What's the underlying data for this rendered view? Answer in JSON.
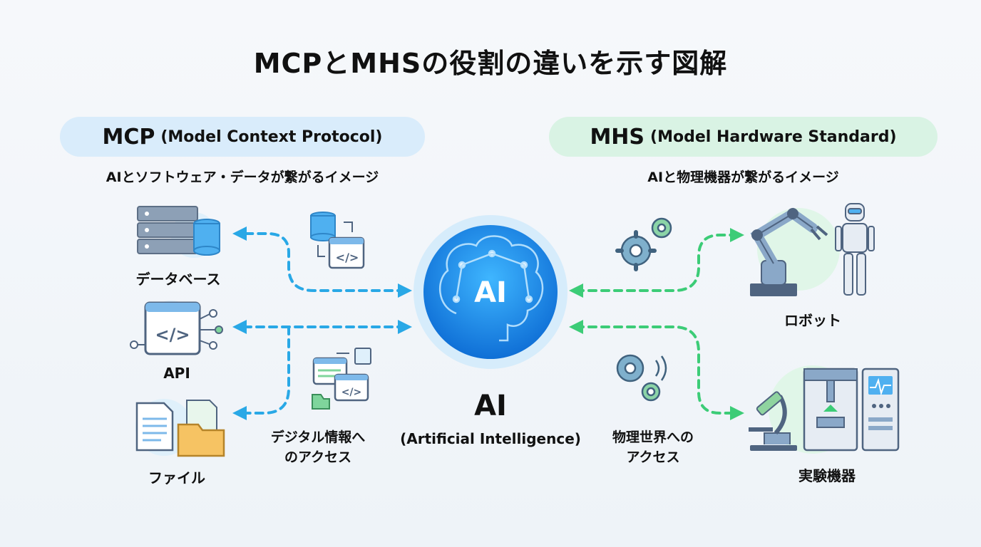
{
  "title": "MCPとMHSの役割の違いを示す図解",
  "mcp": {
    "abbr": "MCP",
    "full": "(Model Context Protocol)",
    "subtitle": "AIとソフトウェア・データが繋がるイメージ",
    "items": {
      "database": "データベース",
      "api": "API",
      "file": "ファイル"
    },
    "access_label": [
      "デジタル情報へ",
      "のアクセス"
    ]
  },
  "mhs": {
    "abbr": "MHS",
    "full": "(Model Hardware Standard)",
    "subtitle": "AIと物理機器が繋がるイメージ",
    "items": {
      "robot": "ロボット",
      "lab": "実験機器"
    },
    "access_label": [
      "物理世界への",
      "アクセス"
    ]
  },
  "center": {
    "badge": "AI",
    "label": "AI",
    "sublabel": "(Artificial Intelligence)"
  },
  "colors": {
    "blue": "#29a8e6",
    "green": "#3ccc77",
    "ai_core": "#1a82e8"
  },
  "icons": [
    "server-stack-icon",
    "code-window-icon",
    "document-folder-icon",
    "gear-icon",
    "robot-arm-icon",
    "humanoid-robot-icon",
    "microscope-icon",
    "lab-machine-icon",
    "brain-icon"
  ]
}
